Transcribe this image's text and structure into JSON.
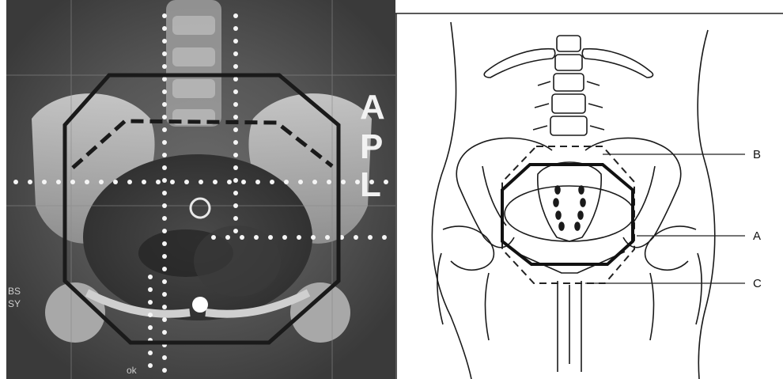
{
  "xray": {
    "film_marker": "APL",
    "corner_mark": "ok",
    "side_marks": [
      "BS",
      "SY"
    ]
  },
  "drawing": {
    "labels": {
      "a": "A",
      "b": "B",
      "c": "C"
    }
  },
  "colors": {
    "outline": "#1a1a1a",
    "xray_dark": "#3c3c3c",
    "xray_light": "#d9d9d9",
    "marker_dots": "#f5f5f5"
  }
}
